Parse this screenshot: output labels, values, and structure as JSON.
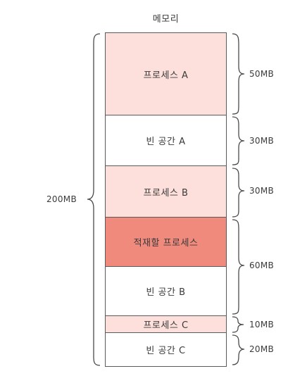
{
  "diagram": {
    "title": "메모리",
    "total_size": "200MB",
    "blocks": [
      {
        "label": "프로세스 A",
        "fill": "#fde0dc"
      },
      {
        "label": "빈 공간 A",
        "fill": "#ffffff"
      },
      {
        "label": "프로세스 B",
        "fill": "#fde0dc"
      },
      {
        "label": "적재할 프로세스",
        "fill": "#f08a7d"
      },
      {
        "label": "빈 공간 B",
        "fill": "#ffffff"
      },
      {
        "label": "프로세스 C",
        "fill": "#fde0dc"
      },
      {
        "label": "빈 공간 C",
        "fill": "#ffffff"
      }
    ],
    "sizes": [
      "50MB",
      "30MB",
      "30MB",
      "60MB",
      "10MB",
      "20MB"
    ]
  }
}
